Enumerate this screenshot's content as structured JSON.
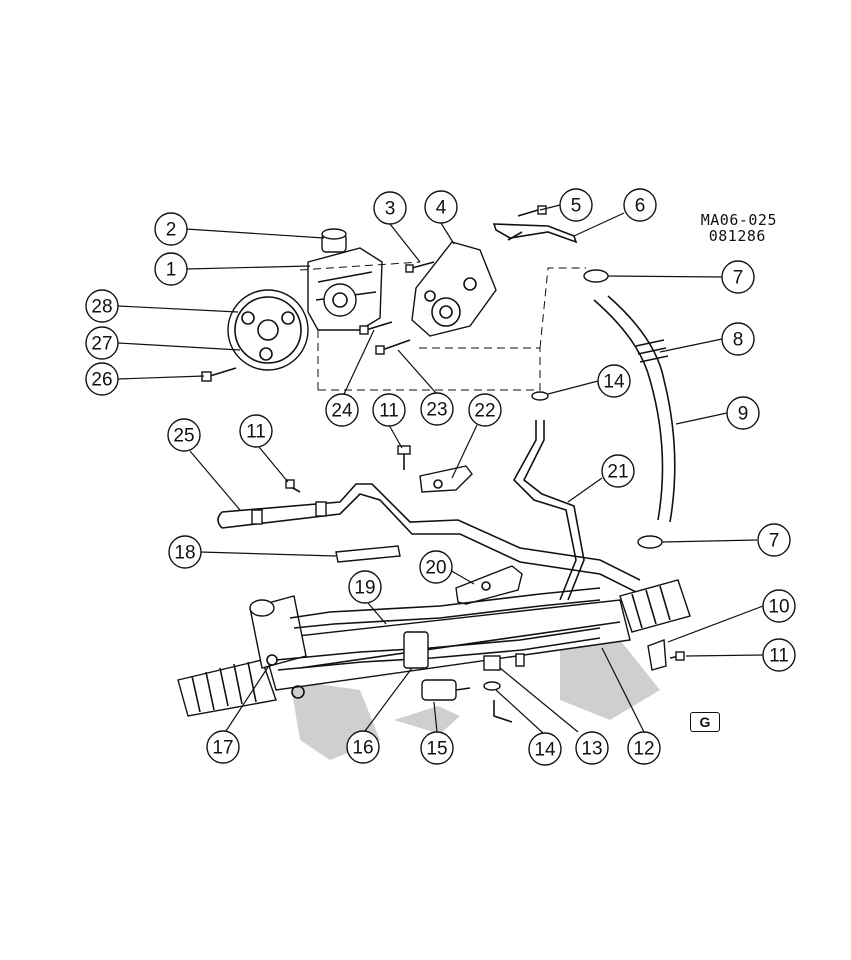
{
  "reference": {
    "code": "MA06-025",
    "date": "081286"
  },
  "logo_mark": "G",
  "callouts": [
    {
      "id": "c1",
      "label": "1"
    },
    {
      "id": "c2",
      "label": "2"
    },
    {
      "id": "c3",
      "label": "3"
    },
    {
      "id": "c4",
      "label": "4"
    },
    {
      "id": "c5",
      "label": "5"
    },
    {
      "id": "c6",
      "label": "6"
    },
    {
      "id": "c7a",
      "label": "7"
    },
    {
      "id": "c8",
      "label": "8"
    },
    {
      "id": "c9",
      "label": "9"
    },
    {
      "id": "c7b",
      "label": "7"
    },
    {
      "id": "c10",
      "label": "10"
    },
    {
      "id": "c11c",
      "label": "11"
    },
    {
      "id": "c12",
      "label": "12"
    },
    {
      "id": "c13",
      "label": "13"
    },
    {
      "id": "c14b",
      "label": "14"
    },
    {
      "id": "c15",
      "label": "15"
    },
    {
      "id": "c16",
      "label": "16"
    },
    {
      "id": "c17",
      "label": "17"
    },
    {
      "id": "c18",
      "label": "18"
    },
    {
      "id": "c19",
      "label": "19"
    },
    {
      "id": "c20",
      "label": "20"
    },
    {
      "id": "c21",
      "label": "21"
    },
    {
      "id": "c14a",
      "label": "14"
    },
    {
      "id": "c22",
      "label": "22"
    },
    {
      "id": "c11b",
      "label": "11"
    },
    {
      "id": "c23",
      "label": "23"
    },
    {
      "id": "c24",
      "label": "24"
    },
    {
      "id": "c25",
      "label": "25"
    },
    {
      "id": "c11a",
      "label": "11"
    },
    {
      "id": "c26",
      "label": "26"
    },
    {
      "id": "c27",
      "label": "27"
    },
    {
      "id": "c28",
      "label": "28"
    }
  ]
}
